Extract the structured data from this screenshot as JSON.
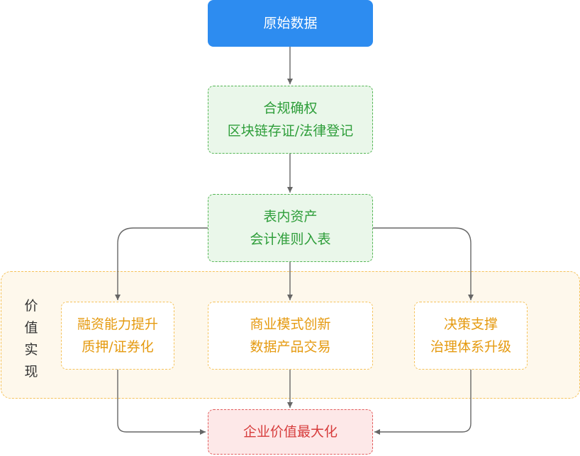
{
  "source": {
    "label": "原始数据"
  },
  "compliance": {
    "line1": "合规确权",
    "line2": "区块链存证/法律登记"
  },
  "onbalance": {
    "line1": "表内资产",
    "line2": "会计准则入表"
  },
  "value_region": {
    "label_chars": [
      "价",
      "值",
      "实",
      "现"
    ]
  },
  "financing": {
    "line1": "融资能力提升",
    "line2": "质押/证券化"
  },
  "business": {
    "line1": "商业模式创新",
    "line2": "数据产品交易"
  },
  "decision": {
    "line1": "决策支撑",
    "line2": "治理体系升级"
  },
  "result": {
    "label": "企业价值最大化"
  },
  "colors": {
    "source_fill": "#2D8CF0",
    "compliance_border": "#52B552",
    "value_border": "#F5C25A",
    "result_border": "#E25C5C",
    "connector": "#666666"
  }
}
